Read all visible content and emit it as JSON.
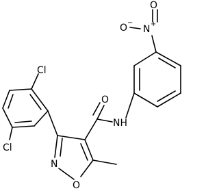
{
  "molecule": {
    "atom_labels": {
      "nitro_o_left": "O",
      "nitro_o_left_charge": "−",
      "nitro_n": "N",
      "nitro_n_charge": "+",
      "nitro_o_right": "O",
      "chloro_top": "Cl",
      "chloro_bottom": "Cl",
      "carbonyl_o": "O",
      "amide_nh": "NH",
      "ring_n": "N",
      "ring_o": "O"
    }
  }
}
